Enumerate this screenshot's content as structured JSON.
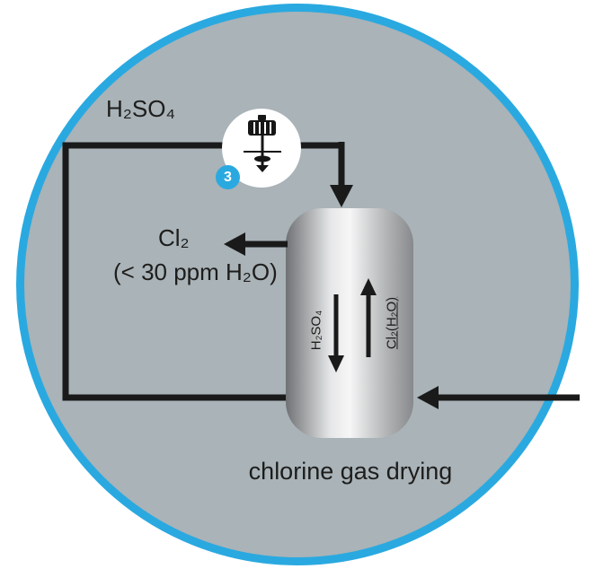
{
  "diagram": {
    "title": "chlorine gas drying",
    "labels": {
      "h2so4_feed": "H₂SO₄",
      "cl2_out": "Cl₂",
      "cl2_purity": "(< 30 ppm H₂O)",
      "vessel_down_flow": "H₂SO₄",
      "vessel_up_flow": "Cl₂(H₂O)",
      "pump_badge": "3"
    },
    "colors": {
      "circle_border": "#2aa9e0",
      "circle_fill": "#a9b3b8",
      "line": "#1a1a1a",
      "badge": "#2aa9e0",
      "text": "#1d1d1b"
    }
  }
}
